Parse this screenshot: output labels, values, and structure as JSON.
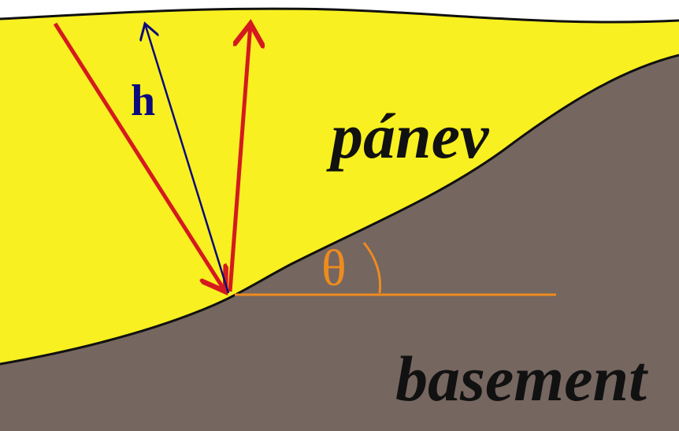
{
  "labels": {
    "height": "h",
    "basin": "pánev",
    "basement": "basement",
    "angle": "θ"
  },
  "colors": {
    "basin_fill": "#f8f020",
    "basement_fill": "#75665f",
    "ray": "#d41a1f",
    "height_line": "#0c0a7c",
    "angle": "#ee8b1e",
    "outline": "#111111",
    "text_dark": "#111111"
  },
  "icons": {
    "ray_arrowhead": "arrowhead-icon",
    "height_arrowhead": "arrowhead-icon"
  }
}
